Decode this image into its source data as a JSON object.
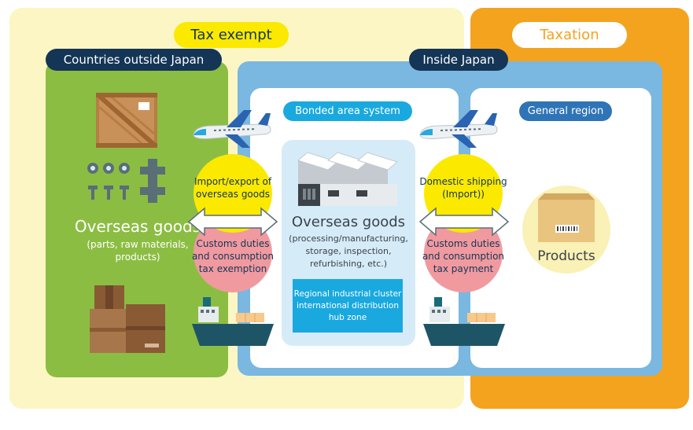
{
  "zones": {
    "tax_exempt": "Tax exempt",
    "taxation": "Taxation"
  },
  "regions": {
    "outside": "Countries outside Japan",
    "inside": "Inside Japan",
    "bonded": "Bonded area system",
    "general": "General region"
  },
  "outside_goods": {
    "title": "Overseas goods",
    "sub1": "(parts, raw materials,",
    "sub2": "products)"
  },
  "left_flow": {
    "top1": "Import/export of",
    "top2": "overseas goods",
    "bottom1": "Customs duties",
    "bottom2": "and consumption",
    "bottom3": "tax exemption"
  },
  "bonded_goods": {
    "title": "Overseas goods",
    "sub1": "(processing/manufacturing,",
    "sub2": "storage, inspection,",
    "sub3": "refurbishing, etc.)"
  },
  "hub": {
    "line1": "Regional industrial cluster",
    "line2": "international distribution",
    "line3": "hub zone"
  },
  "right_flow": {
    "top1": "Domestic shipping",
    "top2": "(Import))",
    "bottom1": "Customs duties",
    "bottom2": "and consumption",
    "bottom3": "tax payment"
  },
  "products": "Products",
  "colors": {
    "tax_exempt_bg": "#fbf6c4",
    "taxation_bg": "#f4a31f",
    "outside_green": "#8cbd43",
    "inside_blue": "#7ab7e1",
    "navy_label": "#143556",
    "cyan_label": "#19a9df",
    "yellow_circle": "#fbe900",
    "pink_circle": "#f09aa0"
  }
}
